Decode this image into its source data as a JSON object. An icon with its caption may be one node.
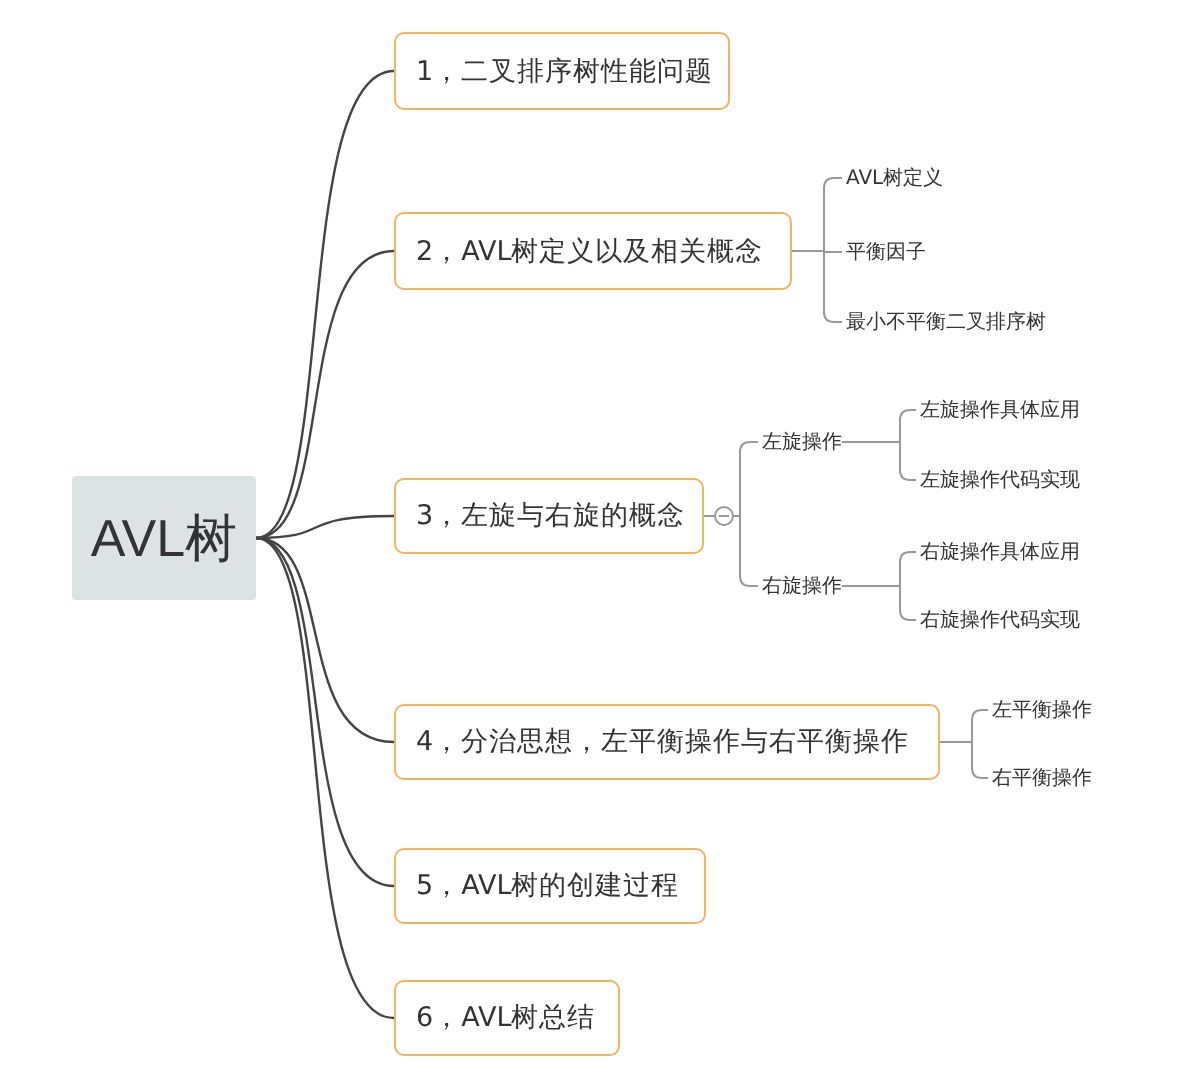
{
  "diagram": {
    "nodes": [
      {
        "text": [
          "AVL树"
        ]
      },
      {
        "text": [
          "1，二叉排序树性能问题"
        ]
      },
      {
        "text": [
          "2，AVL树定义以及相关概念"
        ]
      },
      {
        "text": [
          "AVL树定义"
        ]
      },
      {
        "text": [
          "平衡因子"
        ]
      },
      {
        "text": [
          "最小不平衡二叉排序树"
        ]
      },
      {
        "text": [
          "3，左旋与右旋的概念"
        ]
      },
      {
        "text": [
          "左旋操作"
        ]
      },
      {
        "text": [
          "左旋操作具体应用"
        ]
      },
      {
        "text": [
          "左旋操作代码实现"
        ]
      },
      {
        "text": [
          "右旋操作"
        ]
      },
      {
        "text": [
          "右旋操作具体应用"
        ]
      },
      {
        "text": [
          "右旋操作代码实现"
        ]
      },
      {
        "text": [
          "4，分治思想，左平衡操作与右平衡操作"
        ]
      },
      {
        "text": [
          "左平衡操作"
        ]
      },
      {
        "text": [
          "右平衡操作"
        ]
      },
      {
        "text": [
          "5，AVL树的创建过程"
        ]
      },
      {
        "text": [
          "6，AVL树总结"
        ]
      }
    ],
    "edges": [
      {
        "from": 0,
        "to": 1,
        "arrow": "none"
      },
      {
        "from": 0,
        "to": 2,
        "arrow": "none"
      },
      {
        "from": 0,
        "to": 6,
        "arrow": "none"
      },
      {
        "from": 0,
        "to": 13,
        "arrow": "none"
      },
      {
        "from": 0,
        "to": 16,
        "arrow": "none"
      },
      {
        "from": 0,
        "to": 17,
        "arrow": "none"
      },
      {
        "from": 2,
        "to": 3,
        "arrow": "none"
      },
      {
        "from": 2,
        "to": 4,
        "arrow": "none"
      },
      {
        "from": 2,
        "to": 5,
        "arrow": "none"
      },
      {
        "from": 6,
        "to": 7,
        "arrow": "none"
      },
      {
        "from": 6,
        "to": 10,
        "arrow": "none"
      },
      {
        "from": 7,
        "to": 8,
        "arrow": "none"
      },
      {
        "from": 7,
        "to": 9,
        "arrow": "none"
      },
      {
        "from": 10,
        "to": 11,
        "arrow": "none"
      },
      {
        "from": 10,
        "to": 12,
        "arrow": "none"
      },
      {
        "from": 13,
        "to": 14,
        "arrow": "none"
      },
      {
        "from": 13,
        "to": 15,
        "arrow": "none"
      }
    ]
  }
}
